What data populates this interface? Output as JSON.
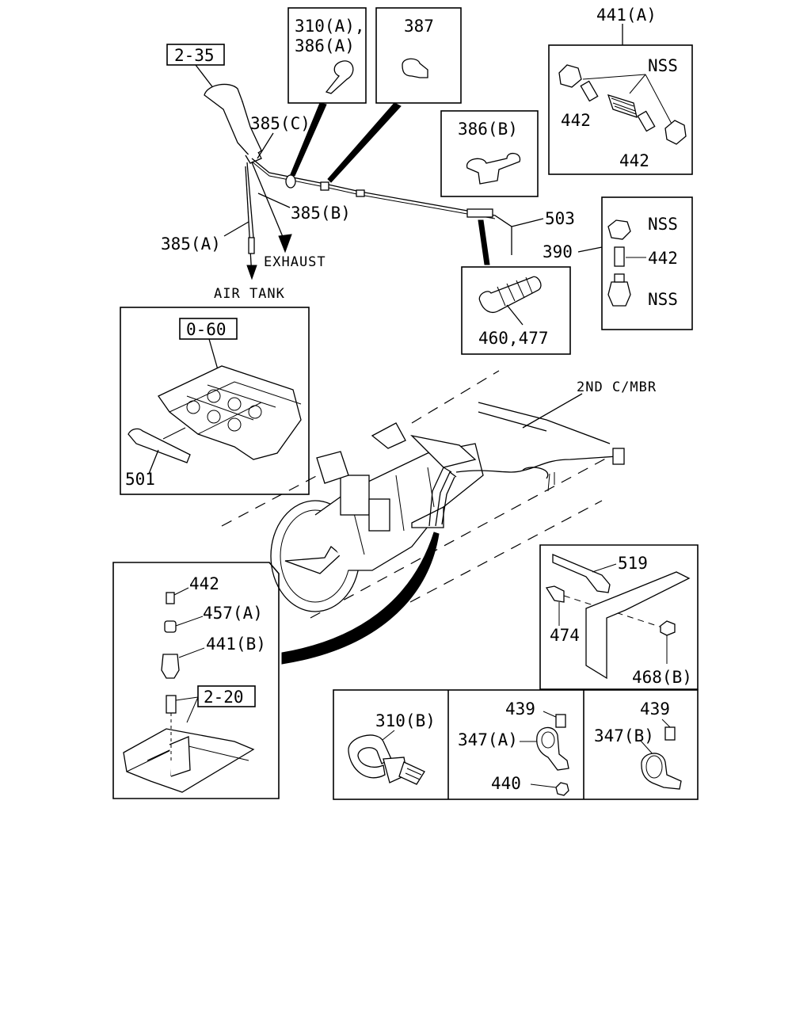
{
  "refs": {
    "r235": "2-35",
    "r060": "0-60",
    "r220": "2-20"
  },
  "labels": {
    "l310a": "310(A),",
    "l386a": "386(A)",
    "l387": "387",
    "l441a": "441(A)",
    "nss1": "NSS",
    "l442a": "442",
    "l442b": "442",
    "l386b": "386(B)",
    "l385c": "385(C)",
    "l385b": "385(B)",
    "l385a": "385(A)",
    "exhaust": "EXHAUST",
    "airtank": "AIR TANK",
    "l503": "503",
    "l390": "390",
    "nss2": "NSS",
    "l442c": "442",
    "nss3": "NSS",
    "l460": "460,477",
    "l501": "501",
    "secondmbr": "2ND C/MBR",
    "l519": "519",
    "l474": "474",
    "l468b": "468(B)",
    "l442d": "442",
    "l457a": "457(A)",
    "l441b": "441(B)",
    "l310b": "310(B)",
    "l439a": "439",
    "l347a": "347(A)",
    "l440": "440",
    "l439b": "439",
    "l347b": "347(B)"
  }
}
